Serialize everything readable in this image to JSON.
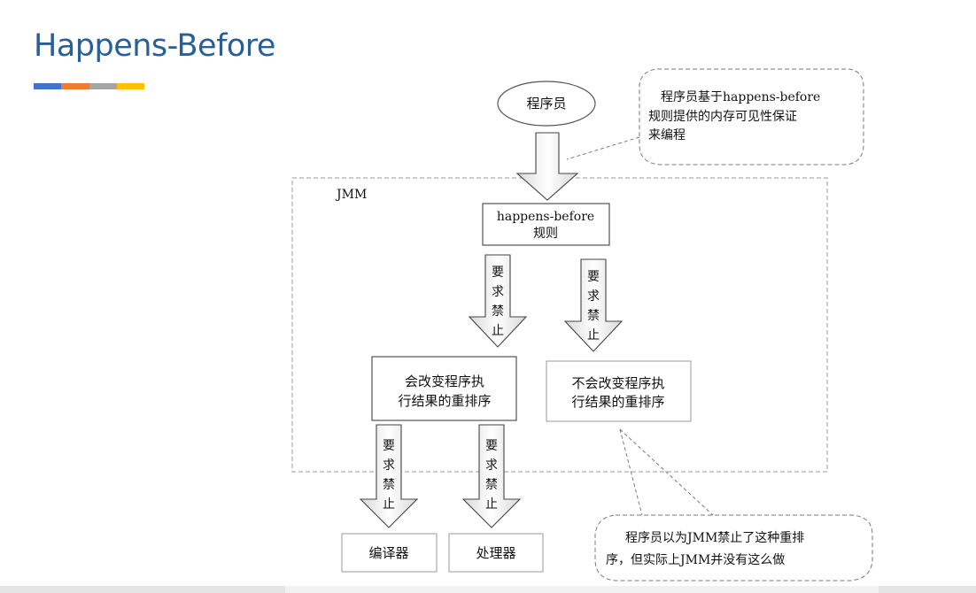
{
  "slide": {
    "title": "Happens-Before",
    "accent_colors": [
      "#4472c4",
      "#ed7d31",
      "#a5a5a5",
      "#ffc000"
    ]
  },
  "diagram": {
    "programmer": "程序员",
    "note_top": [
      "程序员基于happens-before",
      "规则提供的内存可见性保证",
      "来编程"
    ],
    "jmm_label": "JMM",
    "hb_rules": [
      "happens-before",
      "规则"
    ],
    "forbid_chars": [
      "要",
      "求",
      "禁",
      "止"
    ],
    "changes_result": [
      "会改变程序执",
      "行结果的重排序"
    ],
    "not_changes_result": [
      "不会改变程序执",
      "行结果的重排序"
    ],
    "compiler": "编译器",
    "processor": "处理器",
    "note_bottom": [
      "程序员以为JMM禁止了这种重排",
      "序，但实际上JMM并没有这么做"
    ]
  }
}
